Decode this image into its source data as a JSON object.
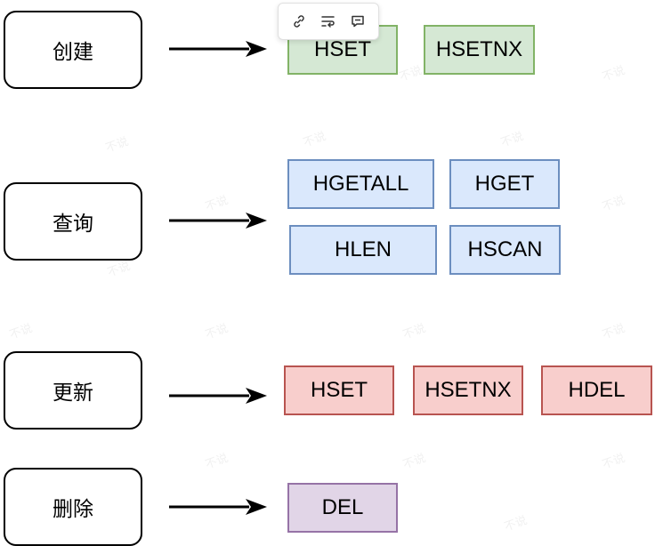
{
  "operations": [
    {
      "label": "创建"
    },
    {
      "label": "查询"
    },
    {
      "label": "更新"
    },
    {
      "label": "删除"
    }
  ],
  "create_commands": [
    "HSET",
    "HSETNX"
  ],
  "query_commands": [
    "HGETALL",
    "HGET",
    "HLEN",
    "HSCAN"
  ],
  "update_commands": [
    "HSET",
    "HSETNX",
    "HDEL"
  ],
  "delete_commands": [
    "DEL"
  ],
  "watermark_text": "不说",
  "toolbar_icons": [
    "link-icon",
    "wrap-text-icon",
    "comment-icon"
  ],
  "colors": {
    "create": "#d5e8d4",
    "query": "#dae8fc",
    "update": "#f8cecc",
    "delete": "#e1d5e7"
  }
}
